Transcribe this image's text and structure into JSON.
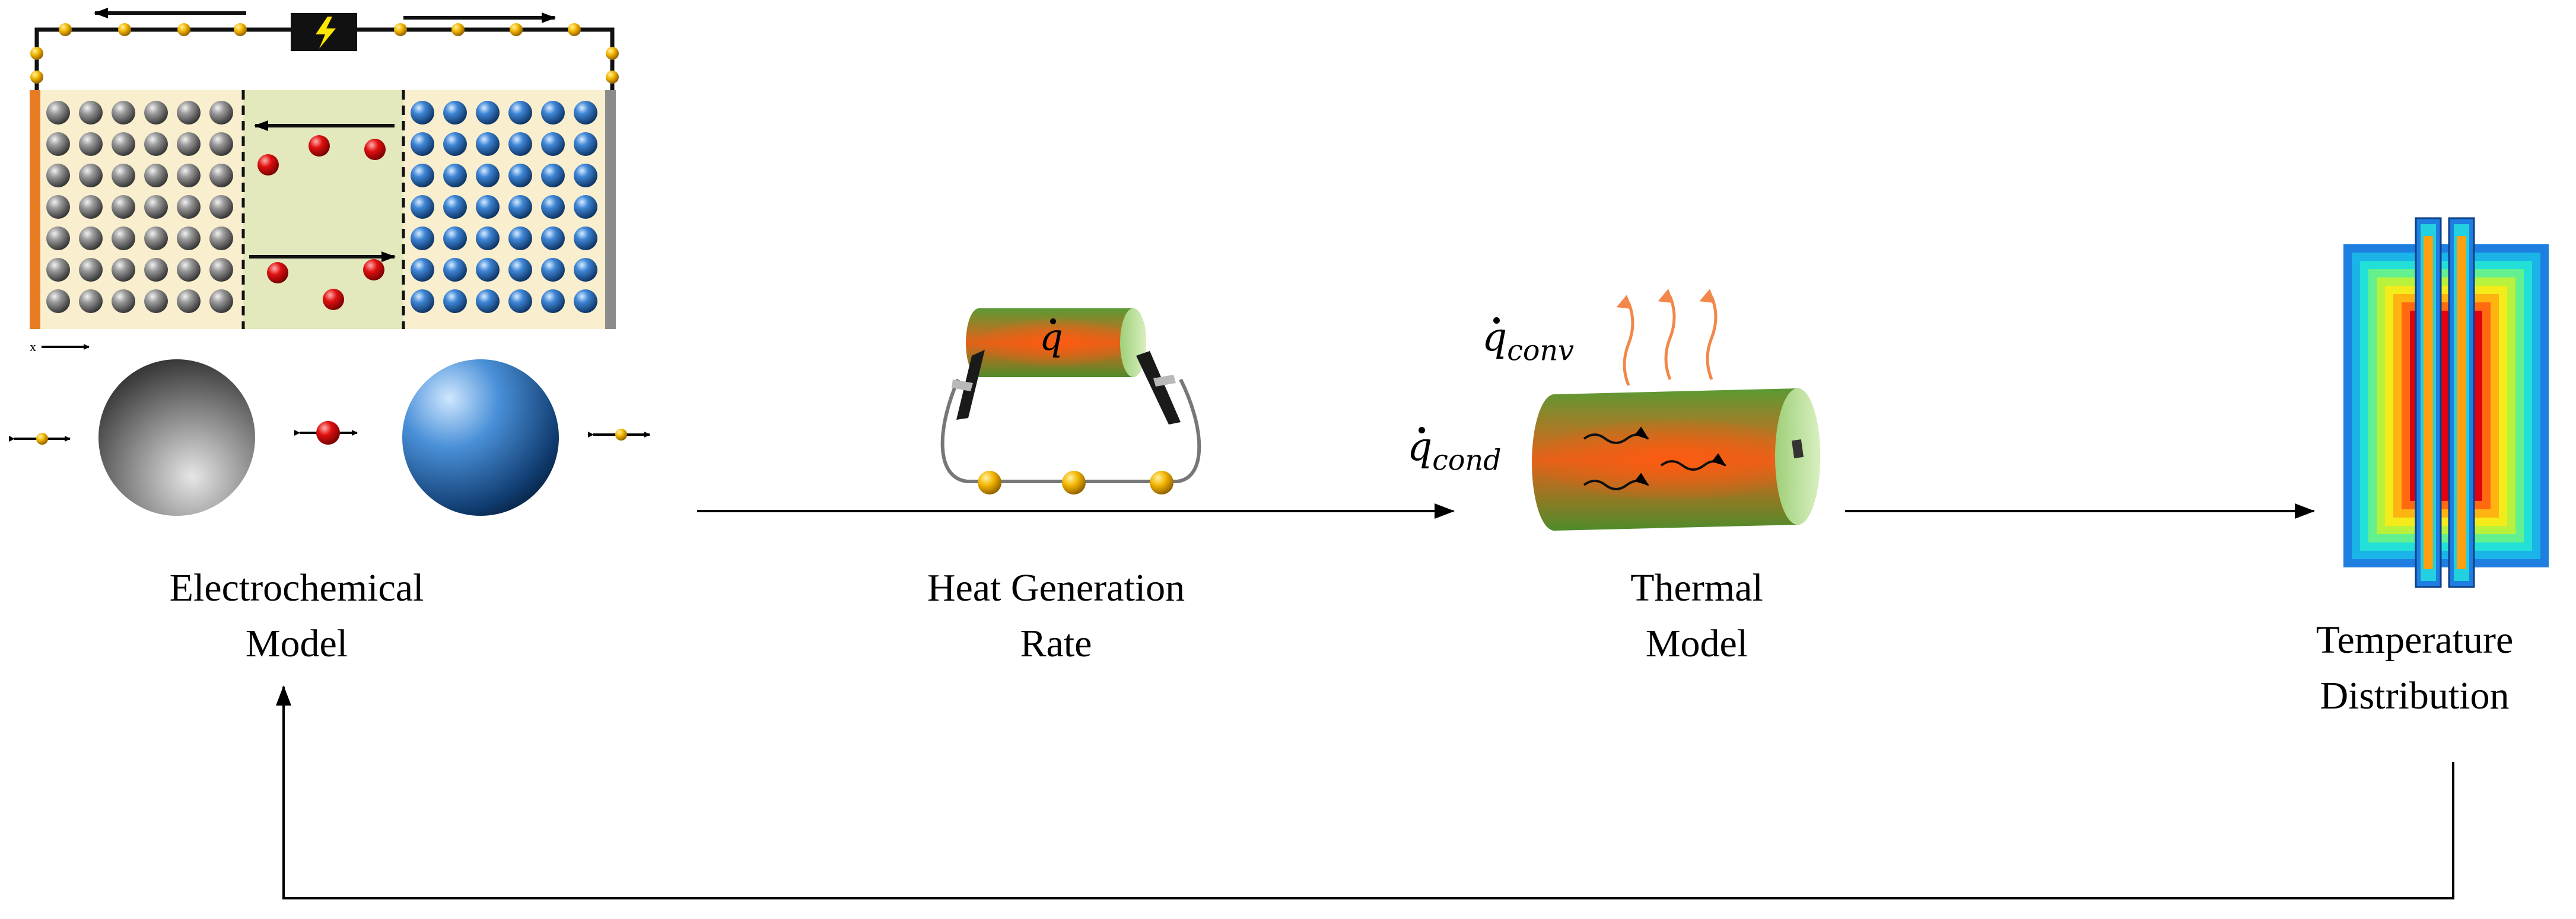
{
  "labels": {
    "electrochemical_line1": "Electrochemical",
    "electrochemical_line2": "Model",
    "heat_line1": "Heat Generation",
    "heat_line2": "Rate",
    "thermal_line1": "Thermal",
    "thermal_line2": "Model",
    "temperature_line1": "Temperature",
    "temperature_line2": "Distribution"
  },
  "math": {
    "q": "q",
    "conv_sub": "conv",
    "cond_sub": "cond"
  },
  "axis_mark": "x",
  "colors": {
    "cell_background": "#f9efcf",
    "separator": "#e3e8bd",
    "anode_particle": "#8a8a8a",
    "cathode_particle": "#3a7fd0",
    "lithium_ion": "#e01010",
    "wire_bead": "#f2b400",
    "current_collector_left": "#e87c22",
    "current_collector_right": "#8c8c8c",
    "battery_green": "#62a33b",
    "battery_orange": "#e8611c",
    "heat_wave": "#f2874a",
    "heatmap_outer": "#1e7fe0",
    "heatmap_core": "#e20010"
  }
}
